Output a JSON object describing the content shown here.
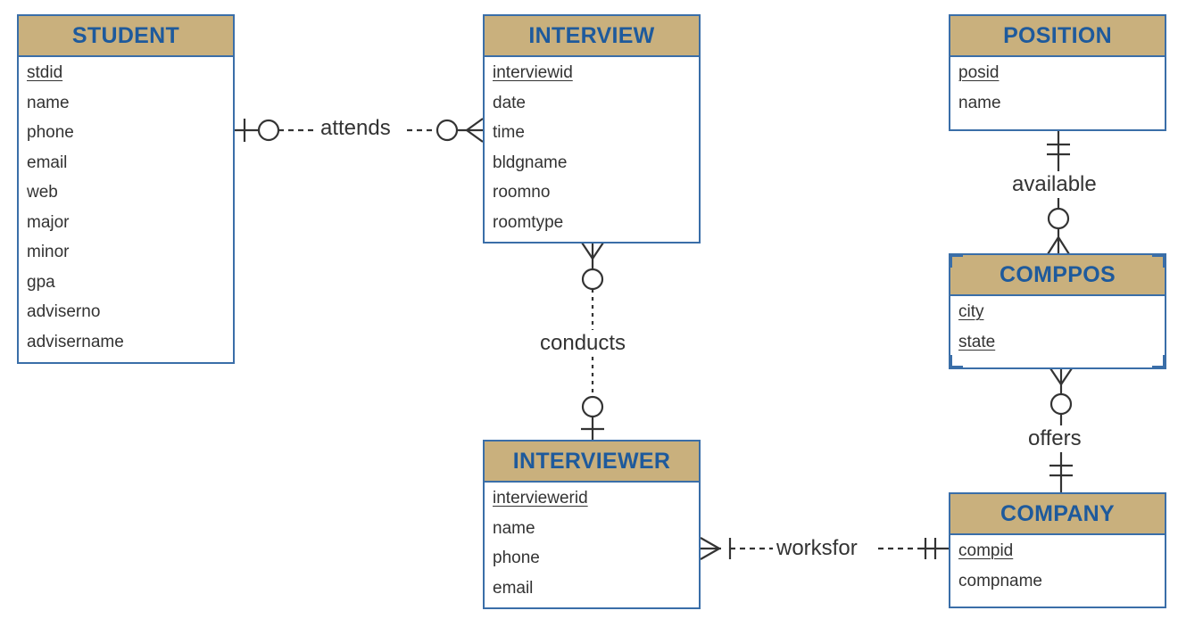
{
  "colors": {
    "header_fill": "#c9b07d",
    "header_text": "#1e5a9c",
    "border": "#3a6ea8",
    "text": "#333333",
    "line": "#333333"
  },
  "entities": {
    "student": {
      "name": "STUDENT",
      "attributes": [
        "stdid",
        "name",
        "phone",
        "email",
        "web",
        "major",
        "minor",
        "gpa",
        "adviserno",
        "advisername"
      ],
      "primary_keys": [
        "stdid"
      ]
    },
    "interview": {
      "name": "INTERVIEW",
      "attributes": [
        "interviewid",
        "date",
        "time",
        "bldgname",
        "roomno",
        "roomtype"
      ],
      "primary_keys": [
        "interviewid"
      ]
    },
    "position": {
      "name": "POSITION",
      "attributes": [
        "posid",
        "name"
      ],
      "primary_keys": [
        "posid"
      ]
    },
    "comppos": {
      "name": "COMPPOS",
      "attributes": [
        "city",
        "state"
      ],
      "primary_keys": [
        "city",
        "state"
      ],
      "weak": true
    },
    "interviewer": {
      "name": "INTERVIEWER",
      "attributes": [
        "interviewerid",
        "name",
        "phone",
        "email"
      ],
      "primary_keys": [
        "interviewerid"
      ]
    },
    "company": {
      "name": "COMPANY",
      "attributes": [
        "compid",
        "compname"
      ],
      "primary_keys": [
        "compid"
      ]
    }
  },
  "relationships": {
    "attends": {
      "label": "attends",
      "from": "STUDENT",
      "to": "INTERVIEW",
      "from_cardinality": "zero-or-one",
      "to_cardinality": "zero-or-many"
    },
    "conducts": {
      "label": "conducts",
      "from": "INTERVIEWER",
      "to": "INTERVIEW",
      "from_cardinality": "zero-or-one",
      "to_cardinality": "zero-or-many"
    },
    "available": {
      "label": "available",
      "from": "POSITION",
      "to": "COMPPOS",
      "from_cardinality": "exactly-one",
      "to_cardinality": "zero-or-many"
    },
    "offers": {
      "label": "offers",
      "from": "COMPANY",
      "to": "COMPPOS",
      "from_cardinality": "exactly-one",
      "to_cardinality": "zero-or-many"
    },
    "worksfor": {
      "label": "worksfor",
      "from": "COMPANY",
      "to": "INTERVIEWER",
      "from_cardinality": "exactly-one",
      "to_cardinality": "one-or-many"
    }
  }
}
